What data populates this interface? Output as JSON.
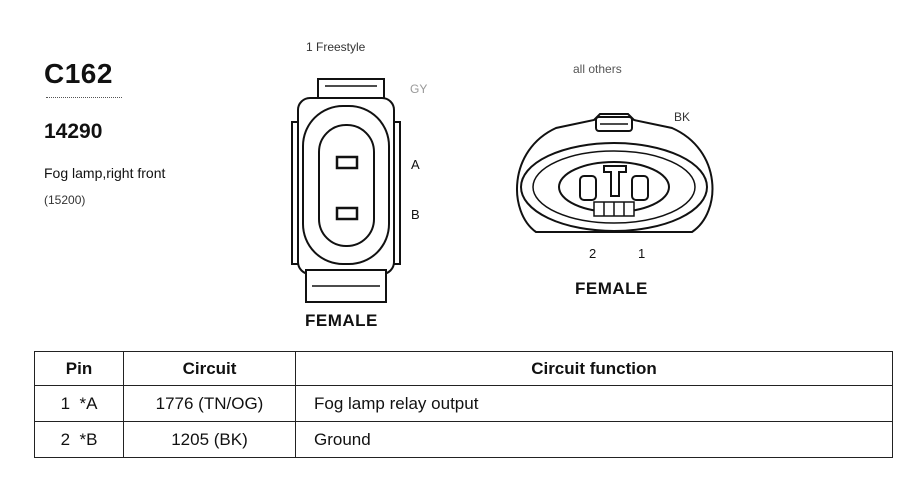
{
  "connector": {
    "id": "C162",
    "part_number": "14290",
    "description": "Fog lamp,right front",
    "reference": "(15200)"
  },
  "left_view": {
    "variant_label": "1 Freestyle",
    "color_label": "GY",
    "pin_labels": [
      "A",
      "B"
    ],
    "gender": "FEMALE"
  },
  "right_view": {
    "variant_label": "all others",
    "color_label": "BK",
    "pin_labels": [
      "2",
      "1"
    ],
    "gender": "FEMALE"
  },
  "pin_table": {
    "headers": [
      "Pin",
      "Circuit",
      "Circuit function"
    ],
    "rows": [
      {
        "pin": "1  *A",
        "circuit": "1776 (TN/OG)",
        "function": "Fog lamp relay output"
      },
      {
        "pin": "2  *B",
        "circuit": "1205 (BK)",
        "function": "Ground"
      }
    ]
  }
}
